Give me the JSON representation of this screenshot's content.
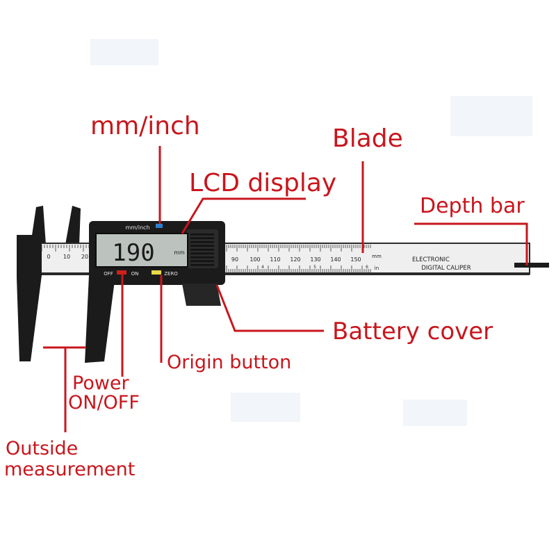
{
  "labels": {
    "mm_inch": "mm/inch",
    "blade": "Blade",
    "lcd_display": "LCD display",
    "depth_bar": "Depth bar",
    "battery_cover": "Battery cover",
    "origin_button": "Origin button",
    "power_line1": "Power",
    "power_line2": "ON/OFF",
    "outside_line1": "Outside",
    "outside_line2": "measurement"
  },
  "device": {
    "unit_button_label": "mm/inch",
    "lcd_reading": "190",
    "lcd_unit": "mm",
    "off_label": "OFF",
    "on_label": "ON",
    "zero_label": "ZERO",
    "brand_line1": "ELECTRONIC",
    "brand_line2": "DIGITAL CALIPER",
    "scale_mm_unit": "mm",
    "scale_in_unit": "in",
    "left_scale": [
      "0",
      "10",
      "20"
    ],
    "right_scale": [
      "90",
      "100",
      "110",
      "120",
      "130",
      "140",
      "150"
    ],
    "inch_scale": [
      "4",
      "5",
      "6"
    ]
  },
  "colors": {
    "label_red": "#c8161d",
    "body_black": "#1b1b1b",
    "lcd_bg": "#bcc3bf",
    "button_red": "#d0201c",
    "button_yellow": "#e8d84a",
    "button_blue": "#2f7fd0"
  }
}
